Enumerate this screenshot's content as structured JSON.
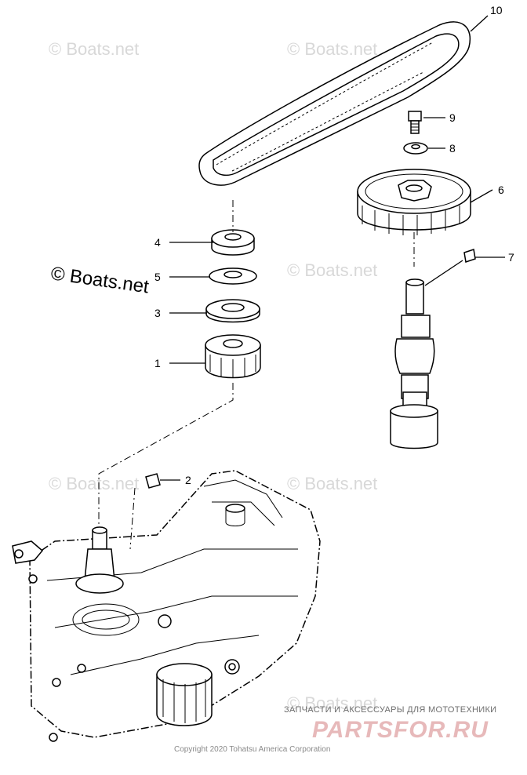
{
  "callouts": [
    {
      "id": "10",
      "label": "10"
    },
    {
      "id": "9",
      "label": "9"
    },
    {
      "id": "8",
      "label": "8"
    },
    {
      "id": "6",
      "label": "6"
    },
    {
      "id": "7",
      "label": "7"
    },
    {
      "id": "4",
      "label": "4"
    },
    {
      "id": "5",
      "label": "5"
    },
    {
      "id": "3",
      "label": "3"
    },
    {
      "id": "1",
      "label": "1"
    },
    {
      "id": "2",
      "label": "2"
    }
  ],
  "copyright_main": "© Boats.net",
  "watermark_text": "© Boats.net",
  "footer_copyright": "Copyright 2020 Tohatsu America Corporation",
  "brand_tagline": "ЗАПЧАСТИ И АКСЕССУАРЫ ДЛЯ МОТОТЕХНИКИ",
  "brand_name": "PARTSFOR.RU",
  "colors": {
    "line": "#000000",
    "watermark": "#d8d8d8",
    "brand": "#e7b9ba"
  }
}
